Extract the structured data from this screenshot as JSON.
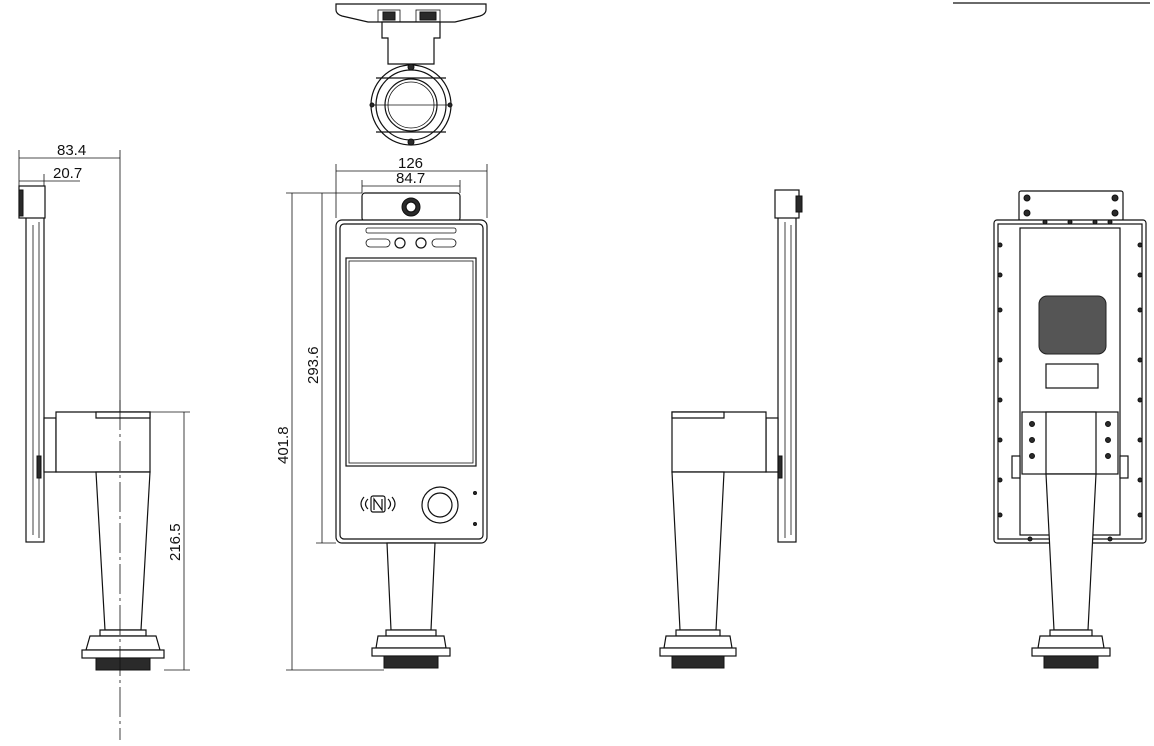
{
  "dimensions": {
    "overall_depth": "83.4",
    "top_cap_depth": "20.7",
    "overall_width": "126",
    "camera_width": "84.7",
    "panel_height": "293.6",
    "overall_height": "401.8",
    "stand_height": "216.5"
  },
  "icons": {
    "nfc": "nfc-icon",
    "fingerprint": "fingerprint-button-icon",
    "camera": "camera-lens-icon",
    "speaker": "speaker-grille-icon"
  },
  "colors": {
    "line": "#111111",
    "background": "#ffffff",
    "mesh": "#555555"
  }
}
